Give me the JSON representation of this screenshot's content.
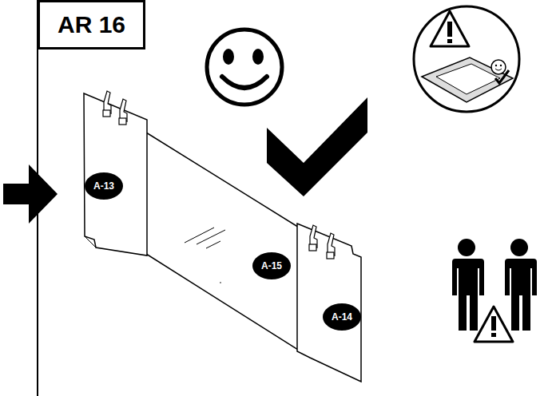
{
  "diagram": {
    "nodes": [
      {
        "text": [
          "AR 16"
        ]
      },
      {
        "text": [
          "A-13"
        ]
      },
      {
        "text": [
          "A-15"
        ]
      },
      {
        "text": [
          "A-14"
        ]
      }
    ]
  }
}
